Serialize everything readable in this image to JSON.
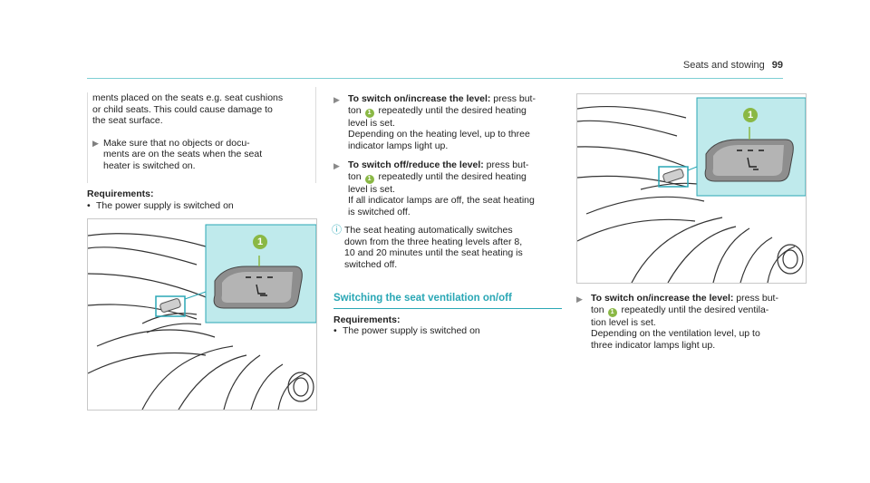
{
  "header": {
    "section": "Seats and stowing",
    "page": "99"
  },
  "col1": {
    "warning_lines": [
      "ments placed on the seats e.g. seat cushions",
      "or child seats. This could cause damage to",
      "the seat surface."
    ],
    "warning_step_lines": [
      "Make sure that no objects or docu-",
      "ments are on the seats when the seat",
      "heater is switched on."
    ],
    "req_title": "Requirements:",
    "req_item": "The power supply is switched on",
    "callout_num": "1"
  },
  "col2": {
    "step1": {
      "bold": "To switch on/increase the level:",
      "line1_rest": " press but-",
      "line2_pre": "ton",
      "num": "1",
      "line2_post": " repeatedly until the desired heating",
      "lines": [
        "level is set.",
        "Depending on the heating level, up to three",
        "indicator lamps light up."
      ]
    },
    "step2": {
      "bold": "To switch off/reduce the level:",
      "line1_rest": " press but-",
      "line2_pre": "ton",
      "num": "1",
      "line2_post": " repeatedly until the desired heating",
      "lines": [
        "level is set.",
        "If all indicator lamps are off, the seat heating",
        "is switched off."
      ]
    },
    "tip_lines": [
      "The seat heating automatically switches",
      "down from the three heating levels after 8,",
      "10 and 20 minutes until the seat heating is",
      "switched off."
    ],
    "section_title": "Switching the seat ventilation on/off",
    "req_title": "Requirements:",
    "req_item": "The power supply is switched on"
  },
  "col3": {
    "callout_num": "1",
    "step": {
      "bold": "To switch on/increase the level:",
      "line1_rest": " press but-",
      "line2_pre": "ton",
      "num": "1",
      "line2_post": " repeatedly until the desired ventila-",
      "lines": [
        "tion level is set.",
        "Depending on the ventilation level, up to",
        "three indicator lamps light up."
      ]
    }
  },
  "icons": {
    "step_arrow": "play-arrow-icon",
    "tip": "info-icon",
    "bullet": "bullet-dot"
  },
  "colors": {
    "accent": "#2aa7b5",
    "callout_green": "#8ab845",
    "inset_bg": "#bfeaec"
  }
}
